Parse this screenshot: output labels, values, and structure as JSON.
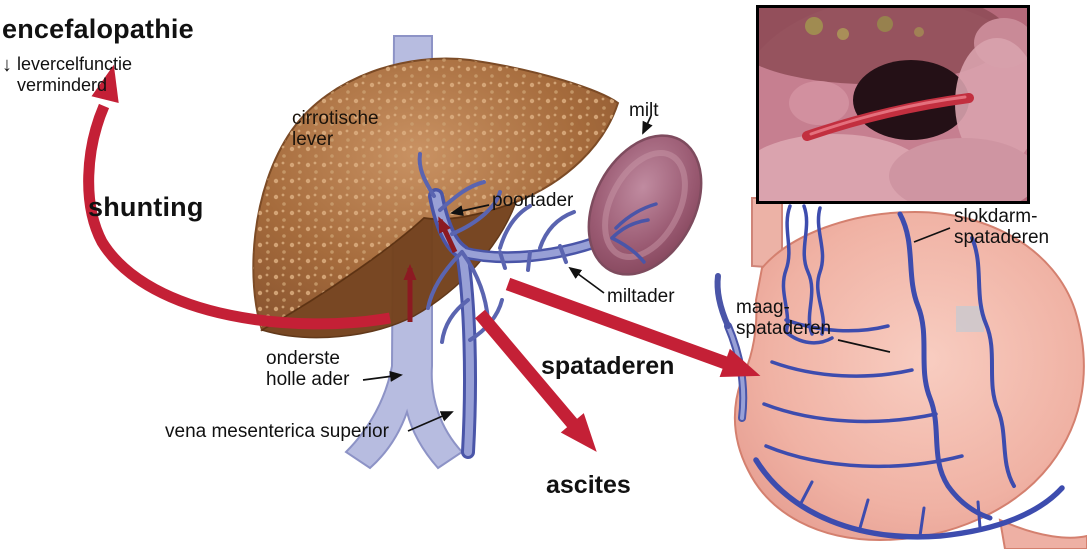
{
  "labels": {
    "encefalopathie": "encefalopathie",
    "decrease_arrow": "↓",
    "liver_function": "levercelfunctie\nverminderd",
    "shunting": "shunting",
    "cirrotische_lever": "cirrotische\nlever",
    "milt": "milt",
    "poortader": "poortader",
    "miltader": "miltader",
    "onderste_holle_ader": "onderste\nholle ader",
    "vena_mesenterica_superior": "vena mesenterica superior",
    "spataderen": "spataderen",
    "ascites": "ascites",
    "maag_spataderen": "maag-\nspataderen",
    "slokdarm_spataderen": "slokdarm-\nspataderen"
  },
  "colors": {
    "arrow_red": "#c42036",
    "flow_dark_red": "#8c1a22",
    "liver_light": "#bb8456",
    "liver_dark": "#74421c",
    "vein_light": "#b7bce0",
    "vein_mid": "#98a0d6",
    "vein_dark": "#4a55a8",
    "spleen": "#a96c82",
    "stomach_pink": "#f4bcb0",
    "stomach_vein_blue": "#3d4cae",
    "text": "#111111",
    "background": "#ffffff"
  }
}
